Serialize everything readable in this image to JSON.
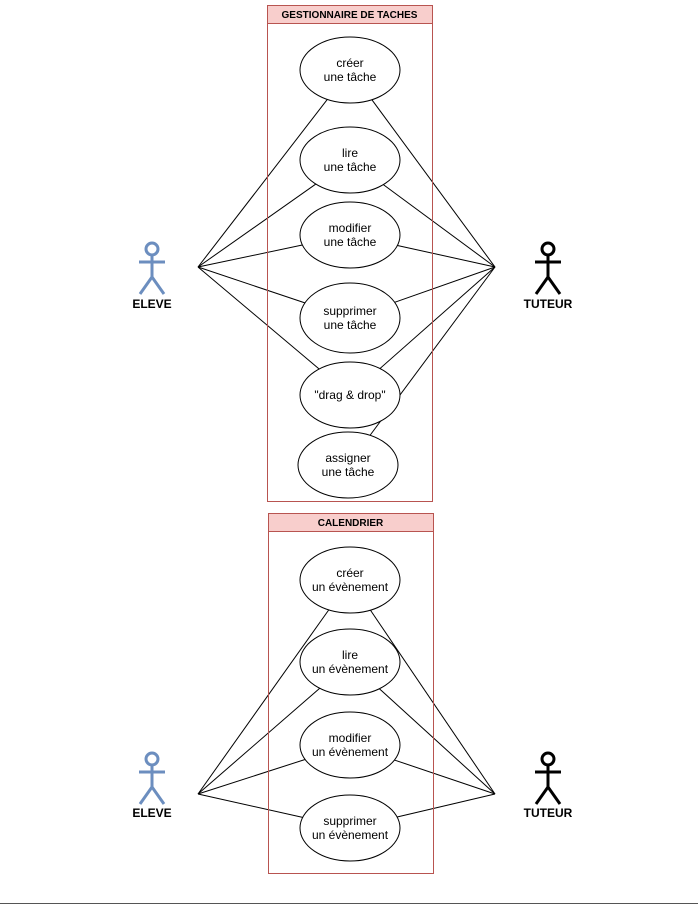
{
  "colors": {
    "system_border": "#b85450",
    "system_header_fill": "#f8cecc",
    "eleve_actor": "#6c8ebf",
    "tuteur_actor": "#000000",
    "line": "#000000"
  },
  "systems": [
    {
      "title": "GESTIONNAIRE DE TACHES",
      "use_cases": [
        {
          "lines": [
            "créer",
            "une tâche"
          ]
        },
        {
          "lines": [
            "lire",
            "une tâche"
          ]
        },
        {
          "lines": [
            "modifier",
            "une tâche"
          ]
        },
        {
          "lines": [
            "supprimer",
            "une tâche"
          ]
        },
        {
          "lines": [
            "\"drag & drop\""
          ]
        },
        {
          "lines": [
            "assigner",
            "une tâche"
          ]
        }
      ],
      "actors": {
        "left": "ELEVE",
        "right": "TUTEUR"
      }
    },
    {
      "title": "CALENDRIER",
      "use_cases": [
        {
          "lines": [
            "créer",
            "un évènement"
          ]
        },
        {
          "lines": [
            "lire",
            "un évènement"
          ]
        },
        {
          "lines": [
            "modifier",
            "un évènement"
          ]
        },
        {
          "lines": [
            "supprimer",
            "un évènement"
          ]
        }
      ],
      "actors": {
        "left": "ELEVE",
        "right": "TUTEUR"
      }
    }
  ]
}
